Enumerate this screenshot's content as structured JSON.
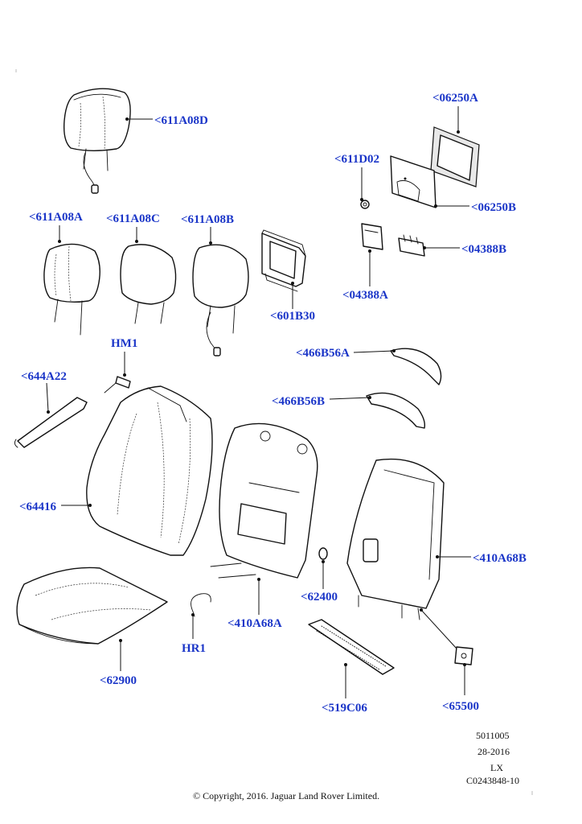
{
  "callouts": [
    {
      "id": "611A08D",
      "text": "<611A08D"
    },
    {
      "id": "06250A",
      "text": "<06250A"
    },
    {
      "id": "611D02",
      "text": "<611D02"
    },
    {
      "id": "06250B",
      "text": "<06250B"
    },
    {
      "id": "611A08A",
      "text": "<611A08A"
    },
    {
      "id": "611A08C",
      "text": "<611A08C"
    },
    {
      "id": "611A08B",
      "text": "<611A08B"
    },
    {
      "id": "04388B",
      "text": "<04388B"
    },
    {
      "id": "04388A",
      "text": "<04388A"
    },
    {
      "id": "601B30",
      "text": "<601B30"
    },
    {
      "id": "HM1",
      "text": "HM1"
    },
    {
      "id": "466B56A",
      "text": "<466B56A"
    },
    {
      "id": "644A22",
      "text": "<644A22"
    },
    {
      "id": "466B56B",
      "text": "<466B56B"
    },
    {
      "id": "64416",
      "text": "<64416"
    },
    {
      "id": "410A68B",
      "text": "<410A68B"
    },
    {
      "id": "62400",
      "text": "<62400"
    },
    {
      "id": "410A68A",
      "text": "<410A68A"
    },
    {
      "id": "HR1",
      "text": "HR1"
    },
    {
      "id": "62900",
      "text": "<62900"
    },
    {
      "id": "519C06",
      "text": "<519C06"
    },
    {
      "id": "65500",
      "text": "<65500"
    }
  ],
  "drawing_info": {
    "line1": "5011005",
    "line2": "28-2016",
    "line3": "LX",
    "line4": "C0243848-10"
  },
  "copyright": "© Copyright, 2016. Jaguar Land Rover Limited.",
  "colors": {
    "callout_text": "#1a35c8",
    "line_art": "#111111",
    "background": "#ffffff"
  }
}
